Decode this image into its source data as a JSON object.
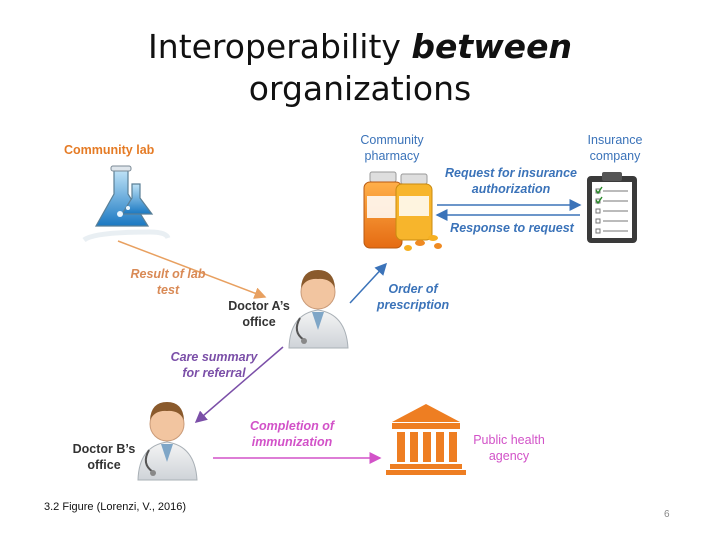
{
  "title": {
    "part1": "Interoperability ",
    "emphasis": "between",
    "part2": "organizations"
  },
  "nodes": {
    "community_lab": "Community lab",
    "community_pharmacy": [
      "Community",
      "pharmacy"
    ],
    "insurance_company": [
      "Insurance",
      "company"
    ],
    "doctor_a": [
      "Doctor A’s",
      "office"
    ],
    "doctor_b": [
      "Doctor B’s",
      "office"
    ],
    "public_health_agency": [
      "Public health",
      "agency"
    ]
  },
  "edges": {
    "result_of_lab_test": [
      "Result of lab",
      "test"
    ],
    "order_of_prescription": [
      "Order of",
      "prescription"
    ],
    "request_for_insurance_authorization": [
      "Request for insurance",
      "authorization"
    ],
    "response_to_request": "Response to request",
    "care_summary_for_referral": [
      "Care summary",
      "for referral"
    ],
    "completion_of_immunization": [
      "Completion of",
      "immunization"
    ]
  },
  "caption": "3.2 Figure (Lorenzi, V., 2016)",
  "page_number": "6",
  "colors": {
    "lab_arrow": "#e8a060",
    "blue_arrow": "#3b73b9",
    "purple_arrow": "#7b4fa8",
    "magenta_arrow": "#d252c8",
    "agency": "#ee7e22"
  },
  "icons": [
    "lab-flasks-icon",
    "pill-bottles-icon",
    "clipboard-icon",
    "doctor-icon",
    "public-building-icon"
  ]
}
